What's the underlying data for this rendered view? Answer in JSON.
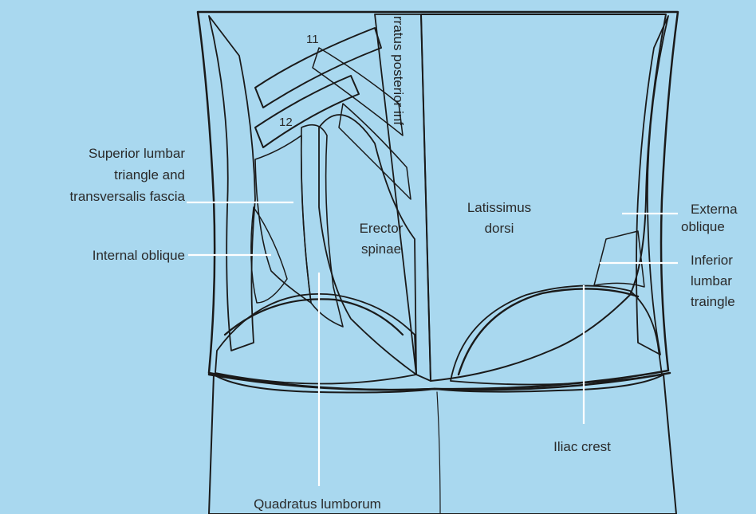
{
  "colors": {
    "background": "#a9d8ef",
    "muscle_light": "#d8d8d8",
    "muscle_mid": "#a8a8a8",
    "muscle_dark": "#707070",
    "outline": "#1a1a1a",
    "leader_line": "#ffffff"
  },
  "labels": {
    "superior_lumbar": [
      "Superior lumbar",
      "triangle and",
      "transversalis fascia"
    ],
    "internal_oblique": "Internal oblique",
    "erector_spinae": [
      "Erector",
      "spinae"
    ],
    "latissimus_dorsi": [
      "Latissimus",
      "dorsi"
    ],
    "external_oblique": [
      "Externa",
      "oblique"
    ],
    "inferior_lumbar": [
      "Inferior",
      "lumbar",
      "traingle"
    ],
    "iliac_crest": "Iliac crest",
    "quadratus_lumborum": "Quadratus lumborum",
    "serratus": "rratus posterior inf",
    "rib_11": "11",
    "rib_12": "12"
  }
}
